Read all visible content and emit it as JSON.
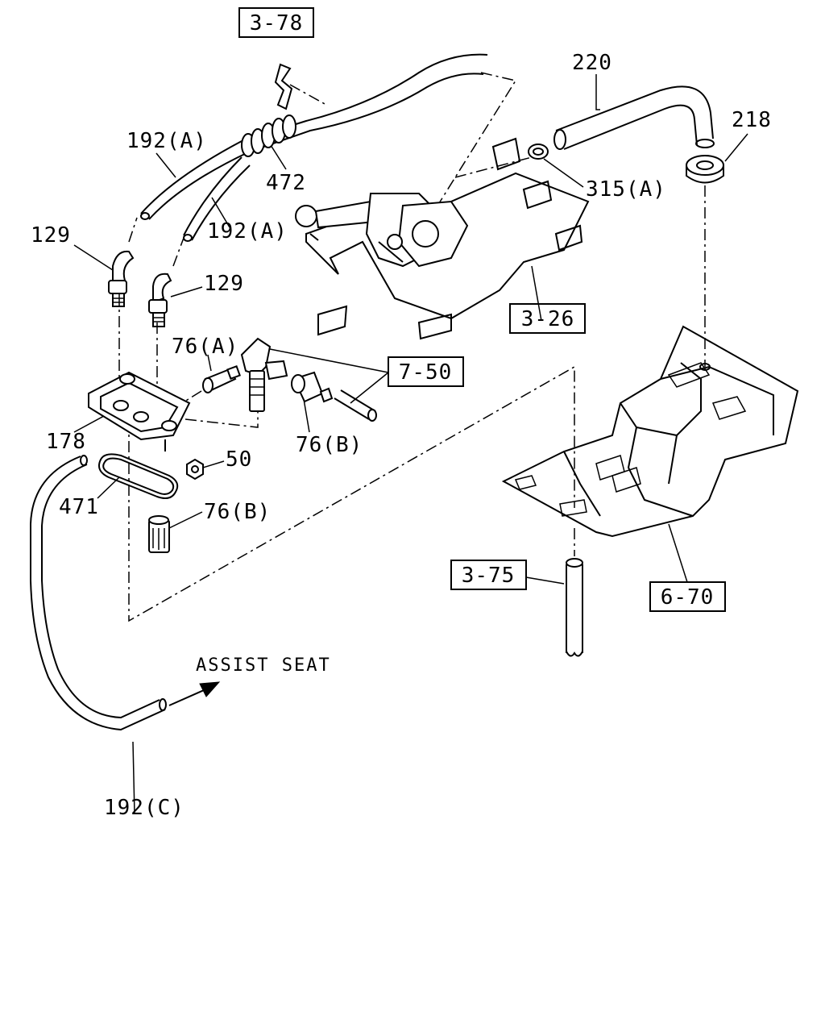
{
  "labels": {
    "ref_3_78": "3-78",
    "ref_3_26": "3-26",
    "ref_7_50": "7-50",
    "ref_3_75": "3-75",
    "ref_6_70": "6-70",
    "p220": "220",
    "p218": "218",
    "p315a": "315(A)",
    "p192a_1": "192(A)",
    "p192a_2": "192(A)",
    "p472": "472",
    "p129_1": "129",
    "p129_2": "129",
    "p76a": "76(A)",
    "p76b_1": "76(B)",
    "p76b_2": "76(B)",
    "p178": "178",
    "p50": "50",
    "p471": "471",
    "p192c": "192(C)",
    "assist_seat": "ASSIST SEAT"
  }
}
